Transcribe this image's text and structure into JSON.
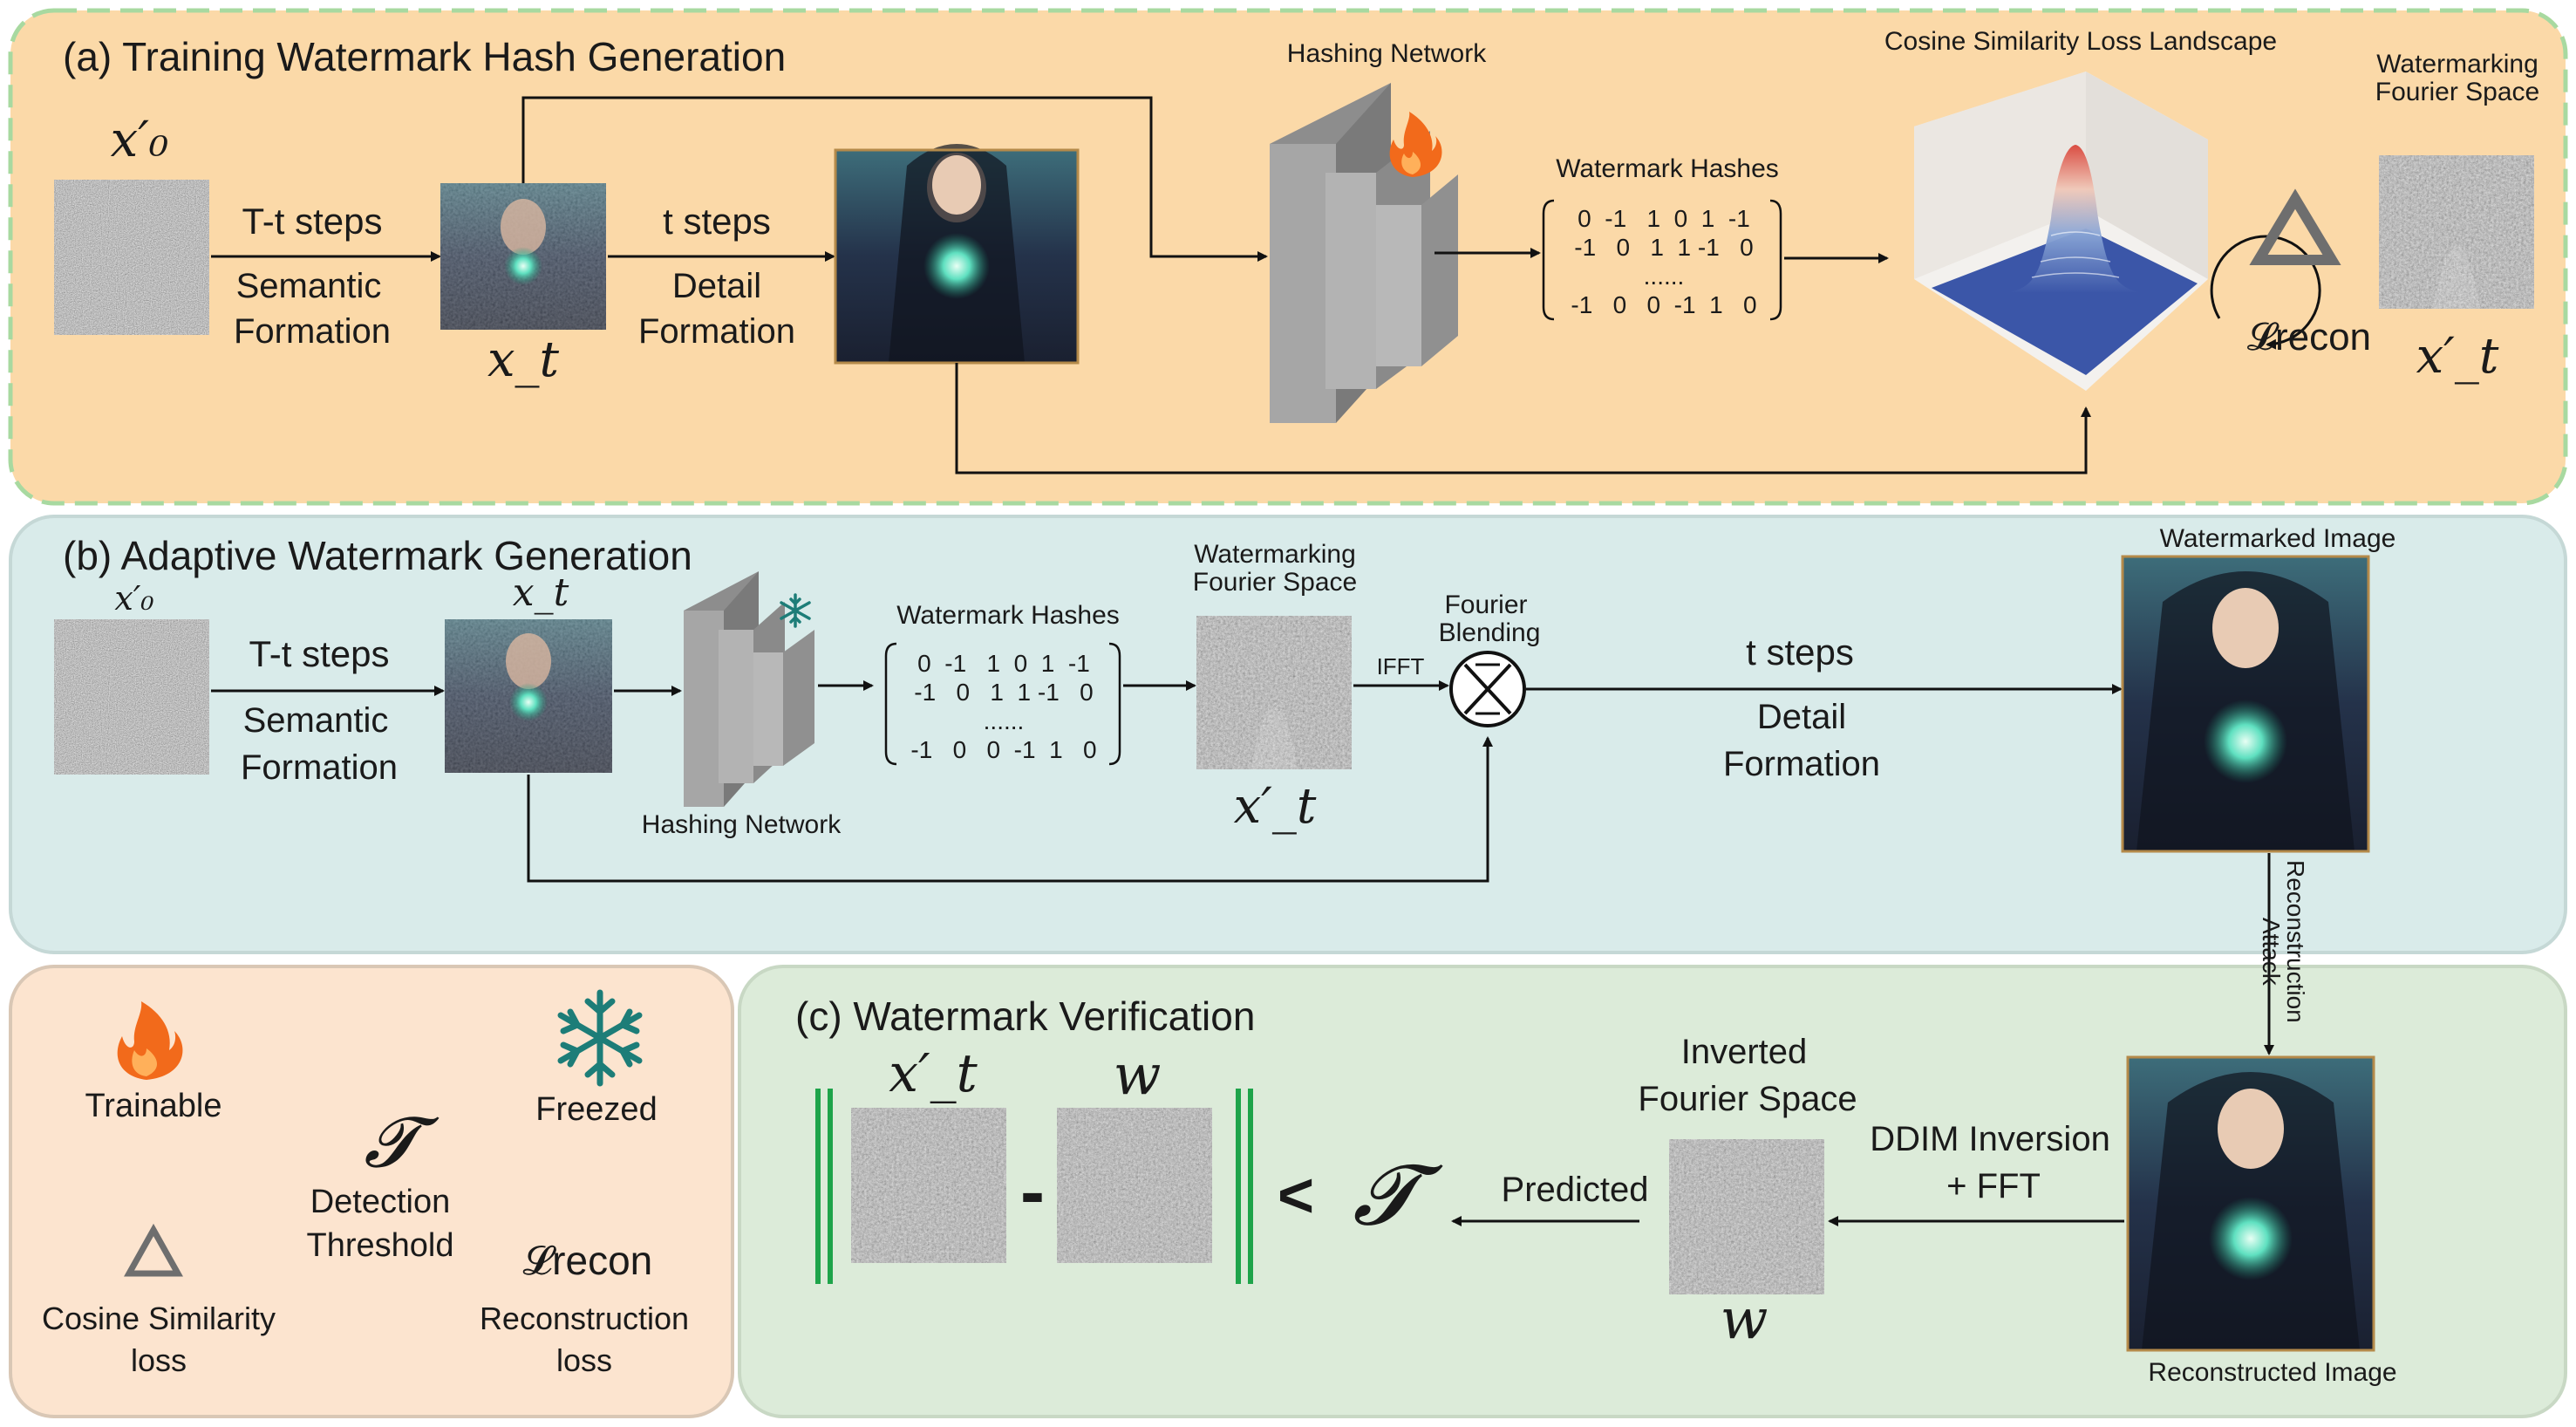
{
  "panels": {
    "a": {
      "title": "(a) Training Watermark Hash Generation",
      "x0_label": "x′₀",
      "xt_label": "x_t",
      "step1_label": "T-t steps",
      "step1_sub": [
        "Semantic",
        "Formation"
      ],
      "step2_label": "t steps",
      "step2_sub": [
        "Detail",
        "Formation"
      ],
      "hashing_network": "Hashing Network",
      "watermark_hashes": "Watermark Hashes",
      "matrix_rows": [
        "0  -1   1  0  1  -1",
        "-1   0   1  1 -1   0",
        "......",
        "-1   0   0  -1  1   0"
      ],
      "cosine_title": "Cosine Similarity Loss Landscape",
      "fourier_title": [
        "Watermarking",
        "Fourier Space"
      ],
      "lrecon": "𝓛recon",
      "xt_prime": "x′_t"
    },
    "b": {
      "title": "(b) Adaptive Watermark Generation",
      "x0_label": "x′₀",
      "xt_label": "x_t",
      "step1_label": "T-t steps",
      "step1_sub": [
        "Semantic",
        "Formation"
      ],
      "hashing_network": "Hashing Network",
      "watermark_hashes": "Watermark Hashes",
      "matrix_rows": [
        "0  -1   1  0  1  -1",
        "-1   0   1  1 -1   0",
        "......",
        "-1   0   0  -1  1   0"
      ],
      "fourier_title": [
        "Watermarking",
        "Fourier Space"
      ],
      "xt_prime": "x′_t",
      "ifft": "IFFT",
      "blending": [
        "Fourier",
        "Blending"
      ],
      "step2_label": "t steps",
      "step2_sub": [
        "Detail",
        "Formation"
      ],
      "watermarked_image": "Watermarked Image",
      "attack": [
        "Reconstruction",
        "Attack"
      ]
    },
    "legend": {
      "trainable": "Trainable",
      "freezed": "Freezed",
      "tau": "𝓣",
      "detection": [
        "Detection",
        "Threshold"
      ],
      "cosine": [
        "Cosine Similarity",
        "loss"
      ],
      "lrecon": "𝓛recon",
      "reconstruction": [
        "Reconstruction",
        "loss"
      ]
    },
    "c": {
      "title": "(c) Watermark Verification",
      "xt_prime": "x′_t",
      "w_label": "w",
      "minus": "-",
      "less": "<",
      "tau": "𝓣",
      "predicted": "Predicted",
      "inverted": [
        "Inverted",
        "Fourier Space"
      ],
      "w_bottom": "w",
      "ddim": [
        "DDIM Inversion",
        "+ FFT"
      ],
      "reconstructed_image": "Reconstructed Image"
    }
  },
  "colors": {
    "panel_a_fill": "#fbd9a8",
    "panel_a_border": "#a8d9a0",
    "panel_b_fill": "#d9ebea",
    "panel_c_fill": "#dcebd9",
    "legend_fill": "#fce4cf",
    "fire": "#f26a1b",
    "snow": "#1d7d78",
    "bars_green": "#1ea44a"
  }
}
